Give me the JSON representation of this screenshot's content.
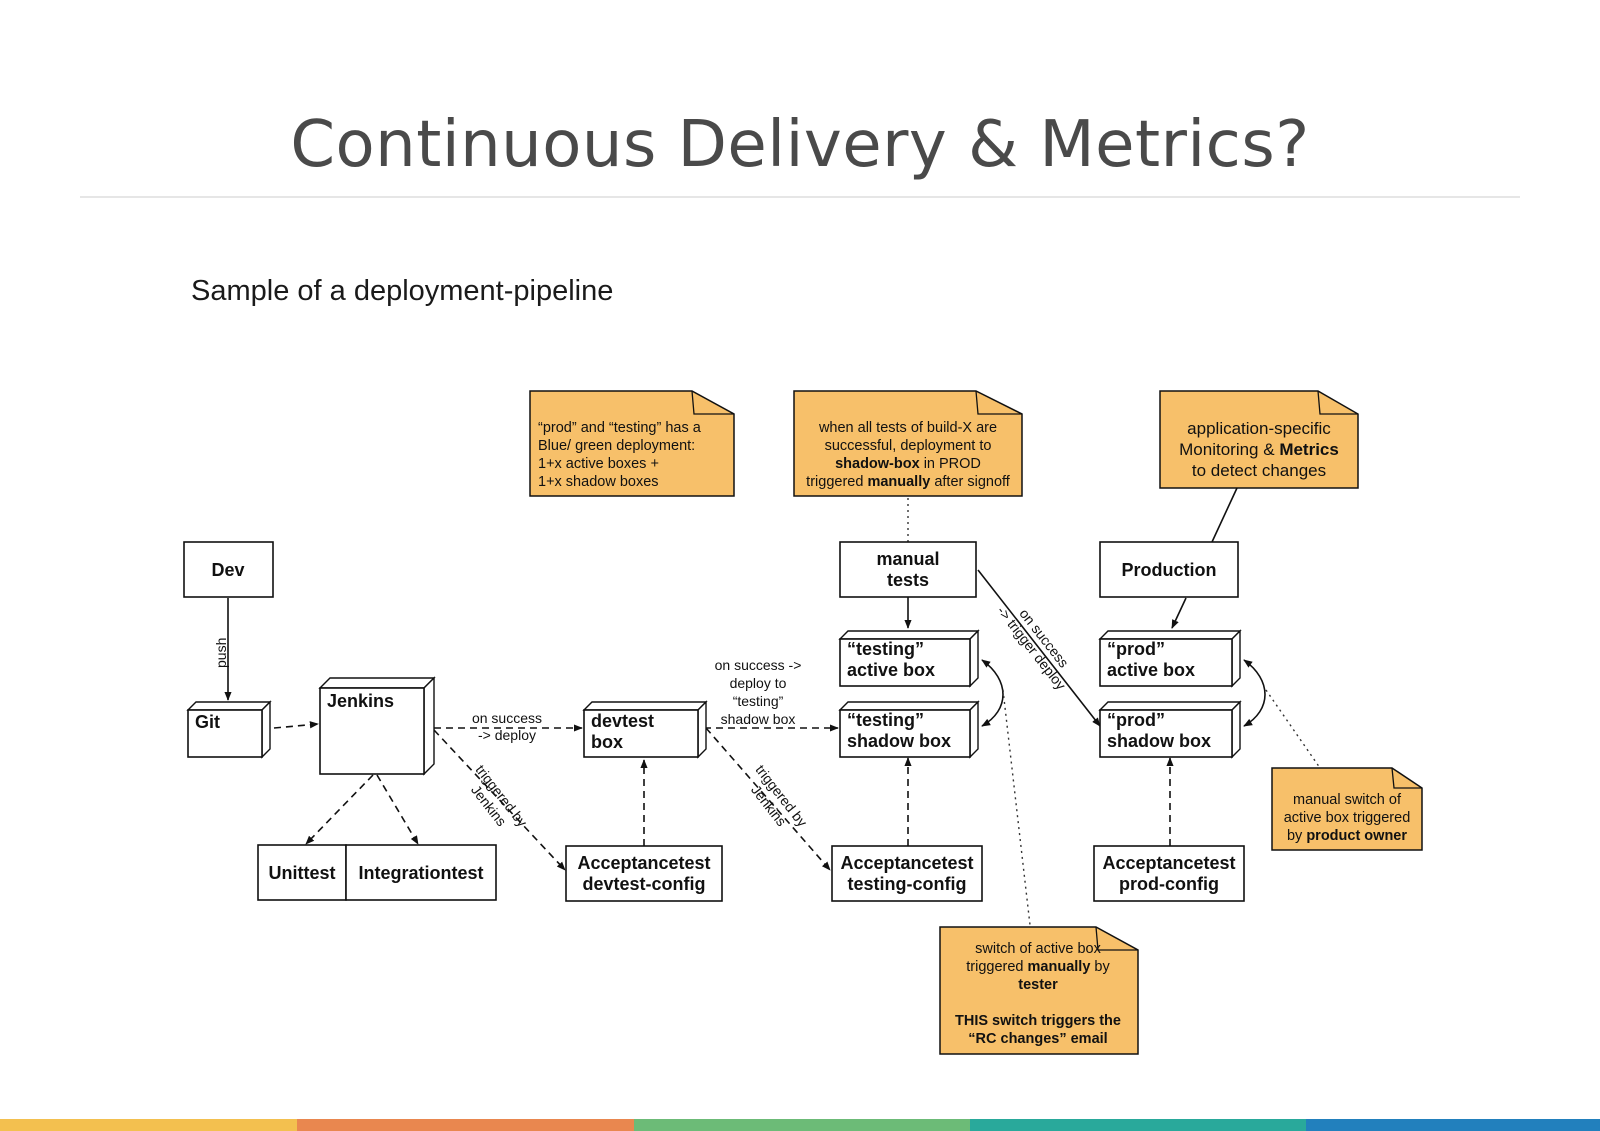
{
  "slide": {
    "title": "Continuous Delivery & Metrics?",
    "subtitle": "Sample of a deployment-pipeline"
  },
  "colors": {
    "note_fill": "#f7c06a",
    "footer": [
      "#f3c04f",
      "#e9874f",
      "#6cbb77",
      "#29a99b",
      "#2280bd"
    ]
  },
  "nodes": {
    "dev": "Dev",
    "git": "Git",
    "jenkins": "Jenkins",
    "unittest": "Unittest",
    "integrationtest": "Integrationtest",
    "devtest_box": [
      "devtest",
      "box"
    ],
    "acc_devtest": [
      "Acceptancetest",
      "devtest-config"
    ],
    "manual_tests": [
      "manual",
      "tests"
    ],
    "testing_active": [
      "“testing”",
      "active box"
    ],
    "testing_shadow": [
      "“testing”",
      "shadow box"
    ],
    "acc_testing": [
      "Acceptancetest",
      "testing-config"
    ],
    "production": "Production",
    "prod_active": [
      "“prod”",
      "active box"
    ],
    "prod_shadow": [
      "“prod”",
      "shadow box"
    ],
    "acc_prod": [
      "Acceptancetest",
      "prod-config"
    ]
  },
  "edge_labels": {
    "push": "push",
    "deploy": [
      "on success",
      "-> deploy"
    ],
    "triggered_jenkins_1": [
      "triggered by",
      "Jenkins"
    ],
    "deploy_testing": [
      "on success ->",
      "deploy to",
      "“testing”",
      "shadow box"
    ],
    "triggered_jenkins_2": [
      "triggered by",
      "Jenkins"
    ],
    "trigger_deploy": [
      "on success",
      "-> trigger deploy"
    ]
  },
  "notes": {
    "bluegreen": [
      "“prod” and “testing” has a",
      "Blue/ green deployment:",
      "1+x active boxes +",
      "1+x shadow boxes"
    ],
    "build_x": {
      "l1": "when all tests of build-X are",
      "l2": "successful, deployment to",
      "l3_bold": "shadow-box",
      "l3_rest": " in PROD",
      "l4_pre": "triggered ",
      "l4_bold": "manually",
      "l4_post": " after signoff"
    },
    "monitoring": {
      "l1": "application-specific",
      "l2_pre": "Monitoring & ",
      "l2_bold": "Metrics",
      "l3": "to detect changes"
    },
    "manual_switch": {
      "l1": "manual switch of",
      "l2": "active box triggered",
      "l3_pre": "by ",
      "l3_bold": "product owner"
    },
    "tester_switch": {
      "l1": "switch of active box",
      "l2_pre": "triggered ",
      "l2_bold": "manually",
      "l2_post": " by",
      "l3_bold": "tester",
      "l4_bold": "THIS switch triggers the",
      "l5_bold": "“RC changes” email"
    }
  }
}
